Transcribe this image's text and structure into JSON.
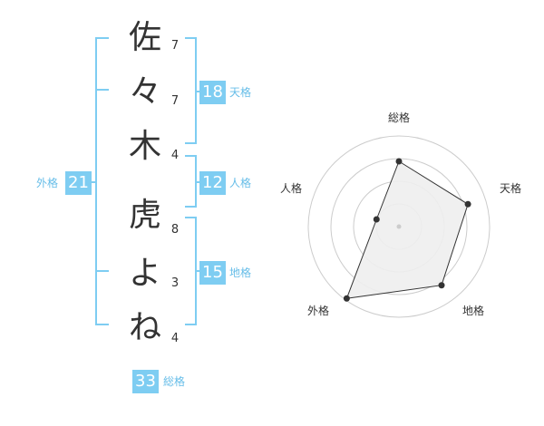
{
  "name_chars": [
    {
      "char": "佐",
      "strokes": "7"
    },
    {
      "char": "々",
      "strokes": "7"
    },
    {
      "char": "木",
      "strokes": "4"
    },
    {
      "char": "虎",
      "strokes": "8"
    },
    {
      "char": "よ",
      "strokes": "3"
    },
    {
      "char": "ね",
      "strokes": "4"
    }
  ],
  "kaku": {
    "tenkaku": {
      "value": "18",
      "label": "天格"
    },
    "jinkaku": {
      "value": "12",
      "label": "人格"
    },
    "chikaku": {
      "value": "15",
      "label": "地格"
    },
    "gaikaku": {
      "value": "21",
      "label": "外格"
    },
    "soukaku": {
      "value": "33",
      "label": "総格"
    }
  },
  "colors": {
    "accent": "#7ecdf2",
    "bracket": "#7ecdf2",
    "label": "#66bde8",
    "text": "#333333",
    "grid": "#cccccc",
    "fill": "#eeeeee"
  },
  "chart_data": {
    "type": "radar",
    "axes": [
      "総格",
      "天格",
      "地格",
      "外格",
      "人格"
    ],
    "max": 5,
    "rings": 4,
    "values": [
      3.6,
      4.0,
      4.0,
      4.9,
      1.3
    ]
  }
}
